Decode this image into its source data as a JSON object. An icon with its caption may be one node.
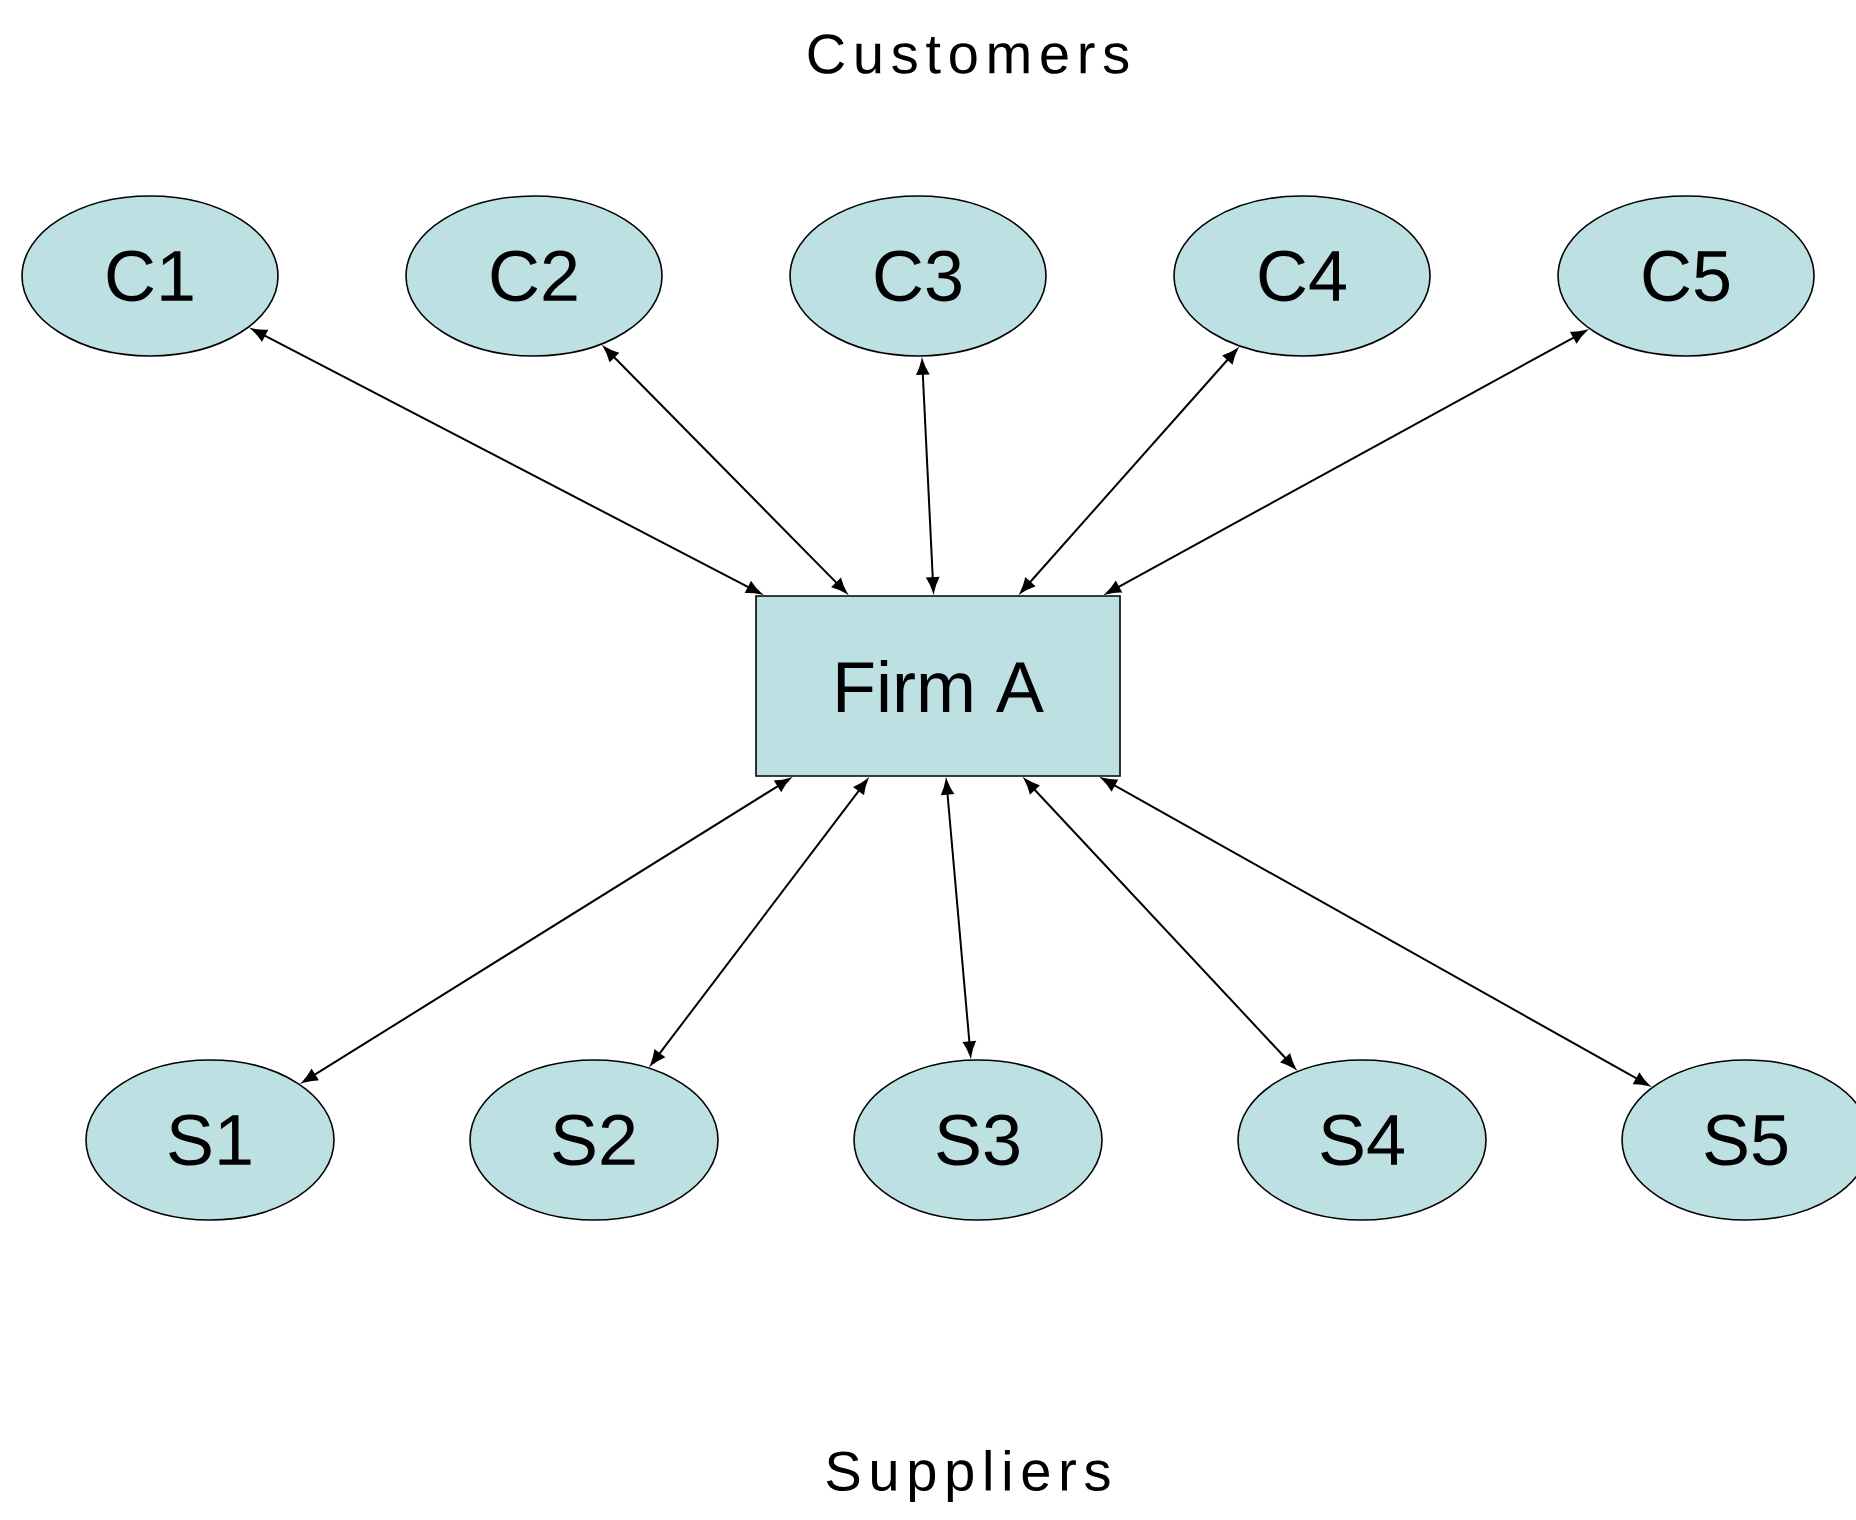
{
  "diagram": {
    "nodes": [
      {
        "text": [
          "Firm A"
        ]
      },
      {
        "text": [
          "C1"
        ]
      },
      {
        "text": [
          "C2"
        ]
      },
      {
        "text": [
          "C3"
        ]
      },
      {
        "text": [
          "C4"
        ]
      },
      {
        "text": [
          "C5"
        ]
      },
      {
        "text": [
          "S1"
        ]
      },
      {
        "text": [
          "S2"
        ]
      },
      {
        "text": [
          "S3"
        ]
      },
      {
        "text": [
          "S4"
        ]
      },
      {
        "text": [
          "S5"
        ]
      }
    ],
    "edges": [
      {
        "from": 1,
        "to": 0,
        "arrow": "both"
      },
      {
        "from": 2,
        "to": 0,
        "arrow": "both"
      },
      {
        "from": 3,
        "to": 0,
        "arrow": "both"
      },
      {
        "from": 4,
        "to": 0,
        "arrow": "both"
      },
      {
        "from": 5,
        "to": 0,
        "arrow": "both"
      },
      {
        "from": 6,
        "to": 0,
        "arrow": "both"
      },
      {
        "from": 7,
        "to": 0,
        "arrow": "both"
      },
      {
        "from": 8,
        "to": 0,
        "arrow": "both"
      },
      {
        "from": 9,
        "to": 0,
        "arrow": "both"
      },
      {
        "from": 10,
        "to": 0,
        "arrow": "both"
      }
    ],
    "labels": [
      "Customers",
      "Suppliers"
    ]
  }
}
